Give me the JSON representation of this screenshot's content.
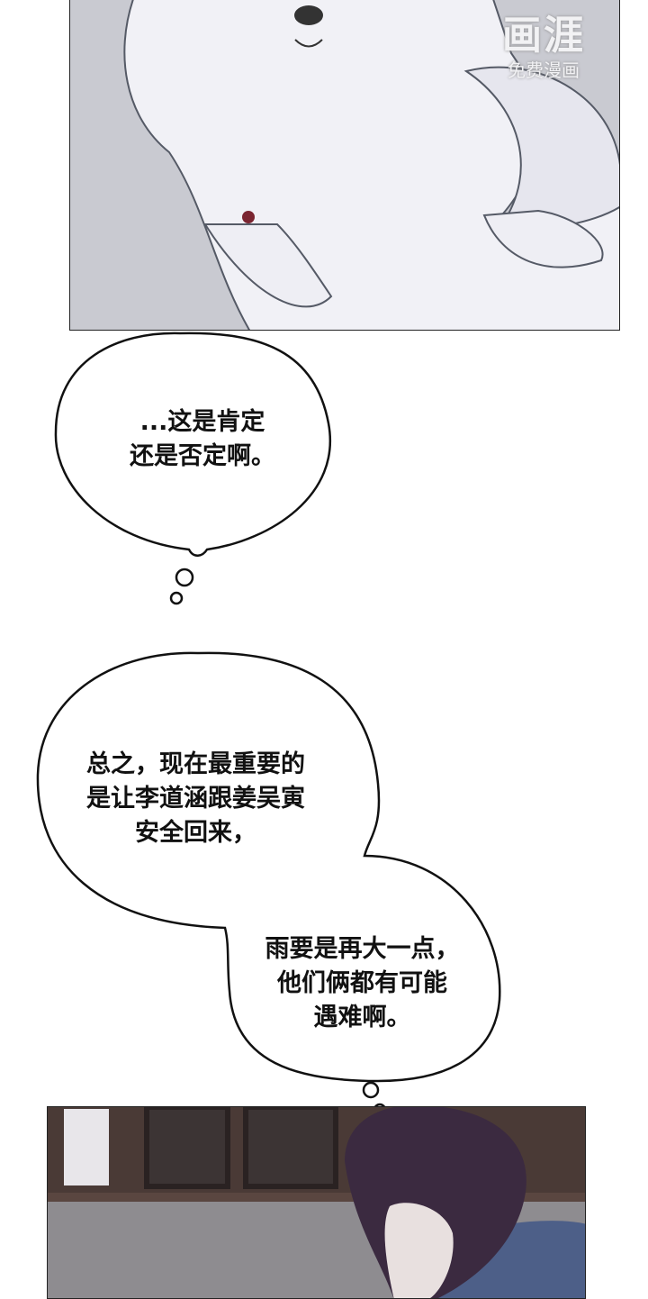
{
  "watermark": {
    "logo": "画涯",
    "subtitle": "免费漫画"
  },
  "bubbles": [
    {
      "lines": [
        "...这是肯定",
        "还是否定啊。"
      ]
    },
    {
      "lines": [
        "总之，现在最重要的",
        "是让李道涵跟姜吴寅",
        "安全回来，"
      ]
    },
    {
      "lines": [
        "雨要是再大一点，",
        "他们俩都有可能",
        "遇难啊。"
      ]
    }
  ]
}
